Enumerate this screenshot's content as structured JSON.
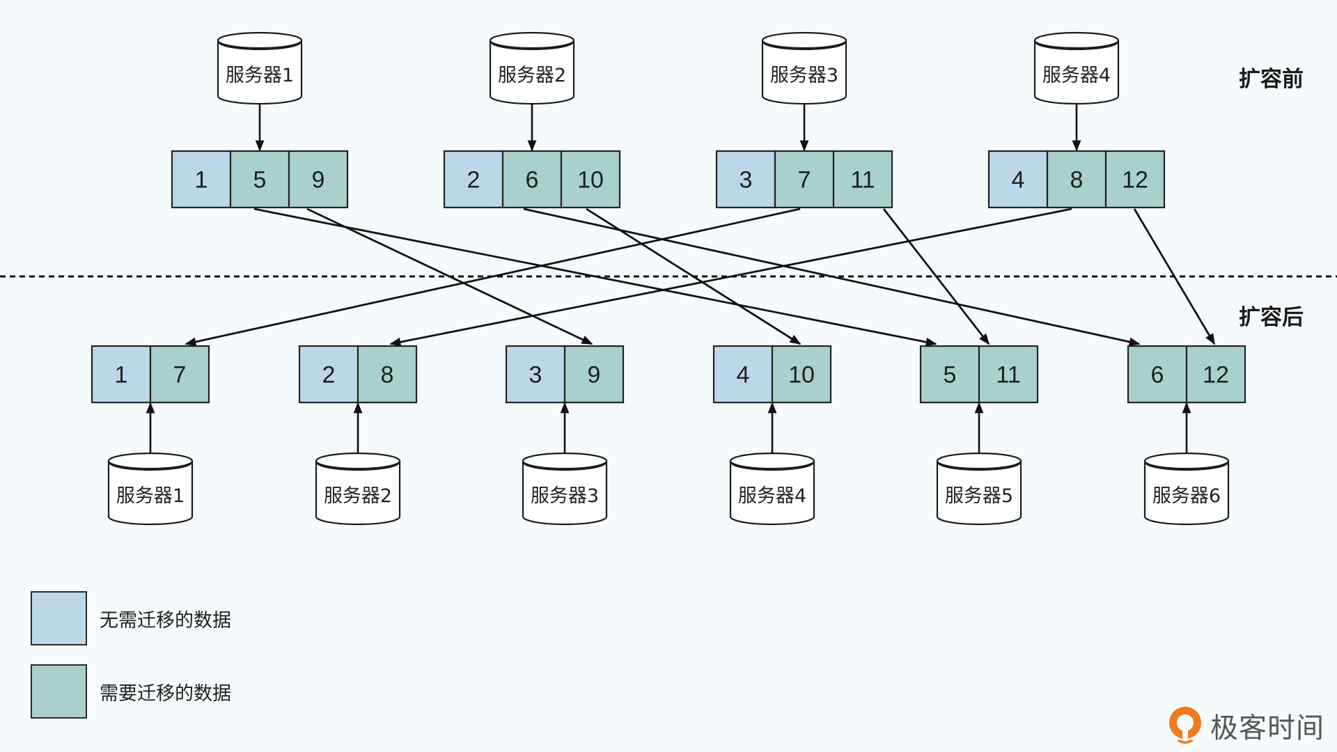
{
  "colors": {
    "background": "#f5fafc",
    "no_migrate": "#bcd7ea",
    "migrate": "#a9d0cd",
    "stroke": "#1a1a1a",
    "brand": "#f07a1e"
  },
  "labels": {
    "before": "扩容前",
    "after": "扩容后"
  },
  "before": {
    "servers": [
      {
        "name": "服务器1",
        "cells": [
          {
            "value": "1",
            "migrate": false
          },
          {
            "value": "5",
            "migrate": true
          },
          {
            "value": "9",
            "migrate": true
          }
        ]
      },
      {
        "name": "服务器2",
        "cells": [
          {
            "value": "2",
            "migrate": false
          },
          {
            "value": "6",
            "migrate": true
          },
          {
            "value": "10",
            "migrate": true
          }
        ]
      },
      {
        "name": "服务器3",
        "cells": [
          {
            "value": "3",
            "migrate": false
          },
          {
            "value": "7",
            "migrate": true
          },
          {
            "value": "11",
            "migrate": true
          }
        ]
      },
      {
        "name": "服务器4",
        "cells": [
          {
            "value": "4",
            "migrate": false
          },
          {
            "value": "8",
            "migrate": true
          },
          {
            "value": "12",
            "migrate": true
          }
        ]
      }
    ]
  },
  "after": {
    "servers": [
      {
        "name": "服务器1",
        "cells": [
          {
            "value": "1",
            "migrate": false
          },
          {
            "value": "7",
            "migrate": true
          }
        ]
      },
      {
        "name": "服务器2",
        "cells": [
          {
            "value": "2",
            "migrate": false
          },
          {
            "value": "8",
            "migrate": true
          }
        ]
      },
      {
        "name": "服务器3",
        "cells": [
          {
            "value": "3",
            "migrate": false
          },
          {
            "value": "9",
            "migrate": true
          }
        ]
      },
      {
        "name": "服务器4",
        "cells": [
          {
            "value": "4",
            "migrate": false
          },
          {
            "value": "10",
            "migrate": true
          }
        ]
      },
      {
        "name": "服务器5",
        "cells": [
          {
            "value": "5",
            "migrate": true
          },
          {
            "value": "11",
            "migrate": true
          }
        ]
      },
      {
        "name": "服务器6",
        "cells": [
          {
            "value": "6",
            "migrate": true
          },
          {
            "value": "12",
            "migrate": true
          }
        ]
      }
    ]
  },
  "migrations": [
    {
      "value": "5",
      "from_server": 1,
      "to_server": 5
    },
    {
      "value": "9",
      "from_server": 1,
      "to_server": 3
    },
    {
      "value": "6",
      "from_server": 2,
      "to_server": 6
    },
    {
      "value": "10",
      "from_server": 2,
      "to_server": 4
    },
    {
      "value": "7",
      "from_server": 3,
      "to_server": 1
    },
    {
      "value": "11",
      "from_server": 3,
      "to_server": 5
    },
    {
      "value": "8",
      "from_server": 4,
      "to_server": 2
    },
    {
      "value": "12",
      "from_server": 4,
      "to_server": 6
    }
  ],
  "legend": [
    {
      "label": "无需迁移的数据",
      "kind": "no_migrate"
    },
    {
      "label": "需要迁移的数据",
      "kind": "migrate"
    }
  ],
  "brand": {
    "name": "极客时间",
    "icon": "geektime-logo-icon"
  }
}
